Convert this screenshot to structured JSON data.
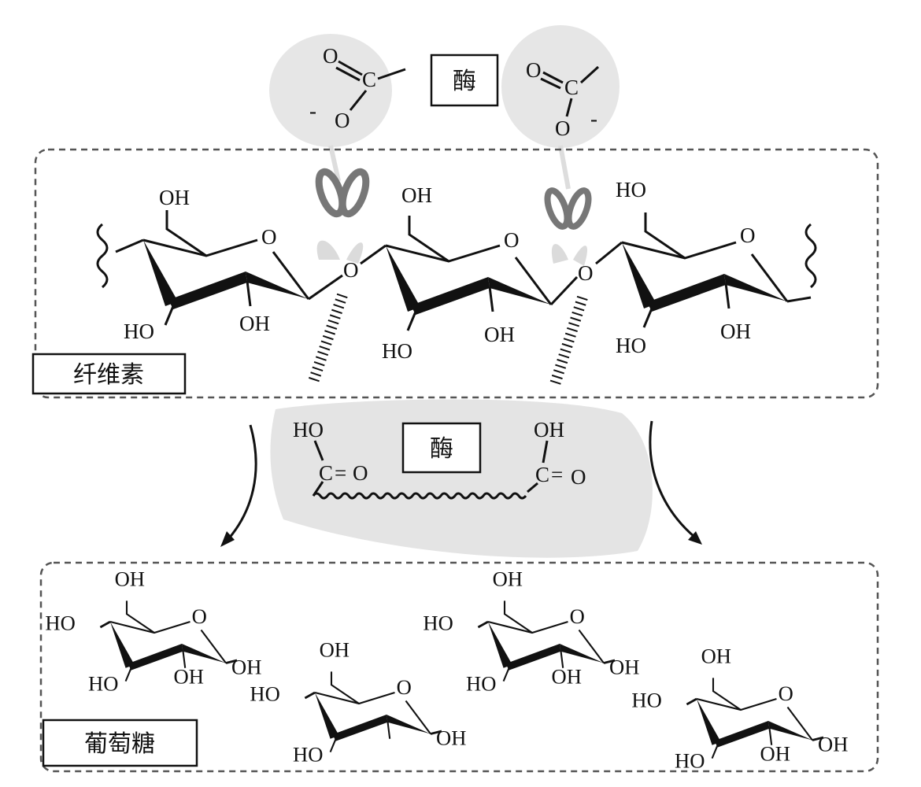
{
  "enzyme_label": "酶",
  "cellulose_label": "纤维素",
  "glucose_label": "葡萄糖",
  "acetate_left": {
    "o_double": "O",
    "c": "C",
    "o_minus": "O",
    "charge": "-"
  },
  "acetate_right": {
    "o_double": "O",
    "c": "C",
    "o_minus": "O",
    "charge": "-"
  },
  "acid_left": {
    "oh": "HO",
    "c": "C",
    "eq": "=",
    "o": "O"
  },
  "acid_right": {
    "oh": "OH",
    "c": "C",
    "eq": "=",
    "o": "O"
  },
  "cellulose_units": [
    {
      "top": "OH",
      "ring_o": "O",
      "bottom_left": "HO",
      "bottom_right": "OH"
    },
    {
      "top": "OH",
      "ring_o": "O",
      "bottom_left": "HO",
      "bottom_right": "OH"
    },
    {
      "top": "HO",
      "ring_o": "O",
      "bottom_left": "HO",
      "bottom_right": "OH"
    }
  ],
  "glycosidic_o": [
    "O",
    "O"
  ],
  "glucose_units": [
    {
      "top": "OH",
      "left": "HO",
      "ring_o": "O",
      "bottom_left": "HO",
      "bottom_mid": "OH",
      "right": "OH"
    },
    {
      "top": "OH",
      "left": "HO",
      "ring_o": "O",
      "bottom_left": "HO",
      "bottom_mid": "",
      "right": "OH"
    },
    {
      "top": "OH",
      "left": "HO",
      "ring_o": "O",
      "bottom_left": "HO",
      "bottom_mid": "OH",
      "right": "OH"
    },
    {
      "top": "OH",
      "left": "HO",
      "ring_o": "O",
      "bottom_left": "HO",
      "bottom_mid": "OH",
      "right": "OH"
    }
  ],
  "colors": {
    "blob": "#e4e4e4",
    "scissors": "#777777",
    "line": "#111111"
  }
}
